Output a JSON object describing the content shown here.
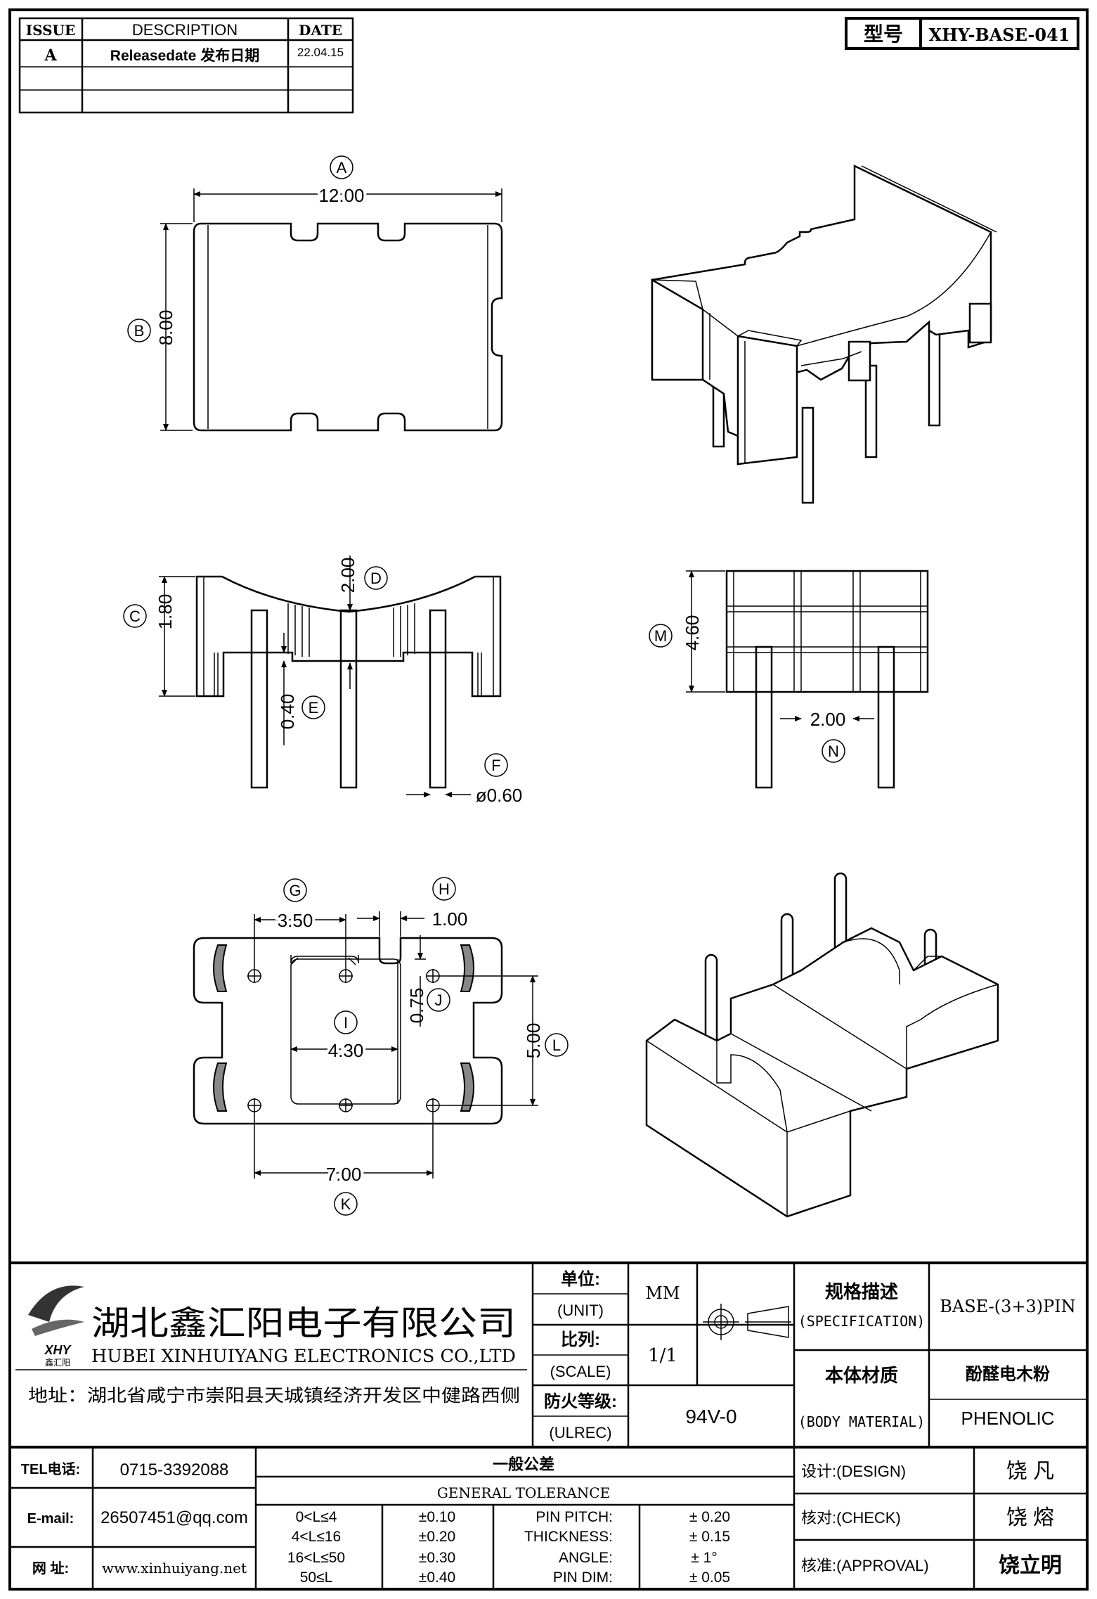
{
  "revision_table": {
    "headers": [
      "ISSUE",
      "DESCRIPTION",
      "DATE"
    ],
    "rows": [
      {
        "issue": "A",
        "description": "Releasedate 发布日期",
        "date": "22.04.15"
      },
      {
        "issue": "",
        "description": "",
        "date": ""
      },
      {
        "issue": "",
        "description": "",
        "date": ""
      }
    ]
  },
  "model_box": {
    "label": "型号",
    "value": "XHY-BASE-041"
  },
  "dimensions": {
    "A": {
      "letter": "A",
      "value": "12.00"
    },
    "B": {
      "letter": "B",
      "value": "8.00"
    },
    "C": {
      "letter": "C",
      "value": "1.80"
    },
    "D": {
      "letter": "D",
      "value": "2.00"
    },
    "E": {
      "letter": "E",
      "value": "0.40"
    },
    "F": {
      "letter": "F",
      "value": "ø0.60"
    },
    "G": {
      "letter": "G",
      "value": "3.50"
    },
    "H": {
      "letter": "H",
      "value": "1.00"
    },
    "I": {
      "letter": "I",
      "value": "4.30"
    },
    "J": {
      "letter": "J",
      "value": "0.75"
    },
    "K": {
      "letter": "K",
      "value": "7.00"
    },
    "L": {
      "letter": "L",
      "value": "5.00"
    },
    "M": {
      "letter": "M",
      "value": "4.60"
    },
    "N": {
      "letter": "N",
      "value": "2.00"
    }
  },
  "company": {
    "name_cn": "湖北鑫汇阳电子有限公司",
    "name_en": "HUBEI XINHUIYANG ELECTRONICS CO.,LTD",
    "address": "地址：湖北省咸宁市崇阳县天城镇经济开发区中健路西侧",
    "logo_text": "XHY",
    "logo_subtext": "鑫汇阳"
  },
  "title_block": {
    "unit_label_cn": "单位:",
    "unit_label_en": "(UNIT)",
    "unit_value": "MM",
    "scale_label_cn": "比列:",
    "scale_label_en": "(SCALE)",
    "scale_value": "1/1",
    "ulrec_label_cn": "防火等级:",
    "ulrec_label_en": "(ULREC)",
    "ulrec_value": "94V-0",
    "spec_label_cn": "规格描述",
    "spec_label_en": "(SPECIFICATION)",
    "spec_value": "BASE-(3+3)PIN",
    "material_label_cn": "本体材质",
    "material_label_en": "(BODY MATERIAL)",
    "material_value_cn": "酚醛电木粉",
    "material_value_en": "PHENOLIC"
  },
  "contact": {
    "tel_label": "TEL电话:",
    "tel_value": "0715-3392088",
    "email_label": "E-mail:",
    "email_value": "26507451@qq.com",
    "web_label": "网  址:",
    "web_value": "www.xinhuiyang.net"
  },
  "tolerance": {
    "title_cn": "一般公差",
    "title_en": "GENERAL TOLERANCE",
    "ranges": [
      {
        "range": "0<L≤4",
        "tol": "±0.10"
      },
      {
        "range": "4<L≤16",
        "tol": "±0.20"
      },
      {
        "range": "16<L≤50",
        "tol": "±0.30"
      },
      {
        "range": "50≤L",
        "tol": "±0.40"
      }
    ],
    "specific": [
      {
        "name": "PIN PITCH:",
        "tol": "±  0.20"
      },
      {
        "name": "THICKNESS:",
        "tol": "±  0.15"
      },
      {
        "name": "ANGLE:",
        "tol": "±  1°"
      },
      {
        "name": "PIN DIM:",
        "tol": "±  0.05"
      }
    ]
  },
  "approvals": [
    {
      "label": "设计:(DESIGN)",
      "name": "饶  凡"
    },
    {
      "label": "核对:(CHECK)",
      "name": "饶  熔"
    },
    {
      "label": "核准:(APPROVAL)",
      "name": "饶立明"
    }
  ]
}
